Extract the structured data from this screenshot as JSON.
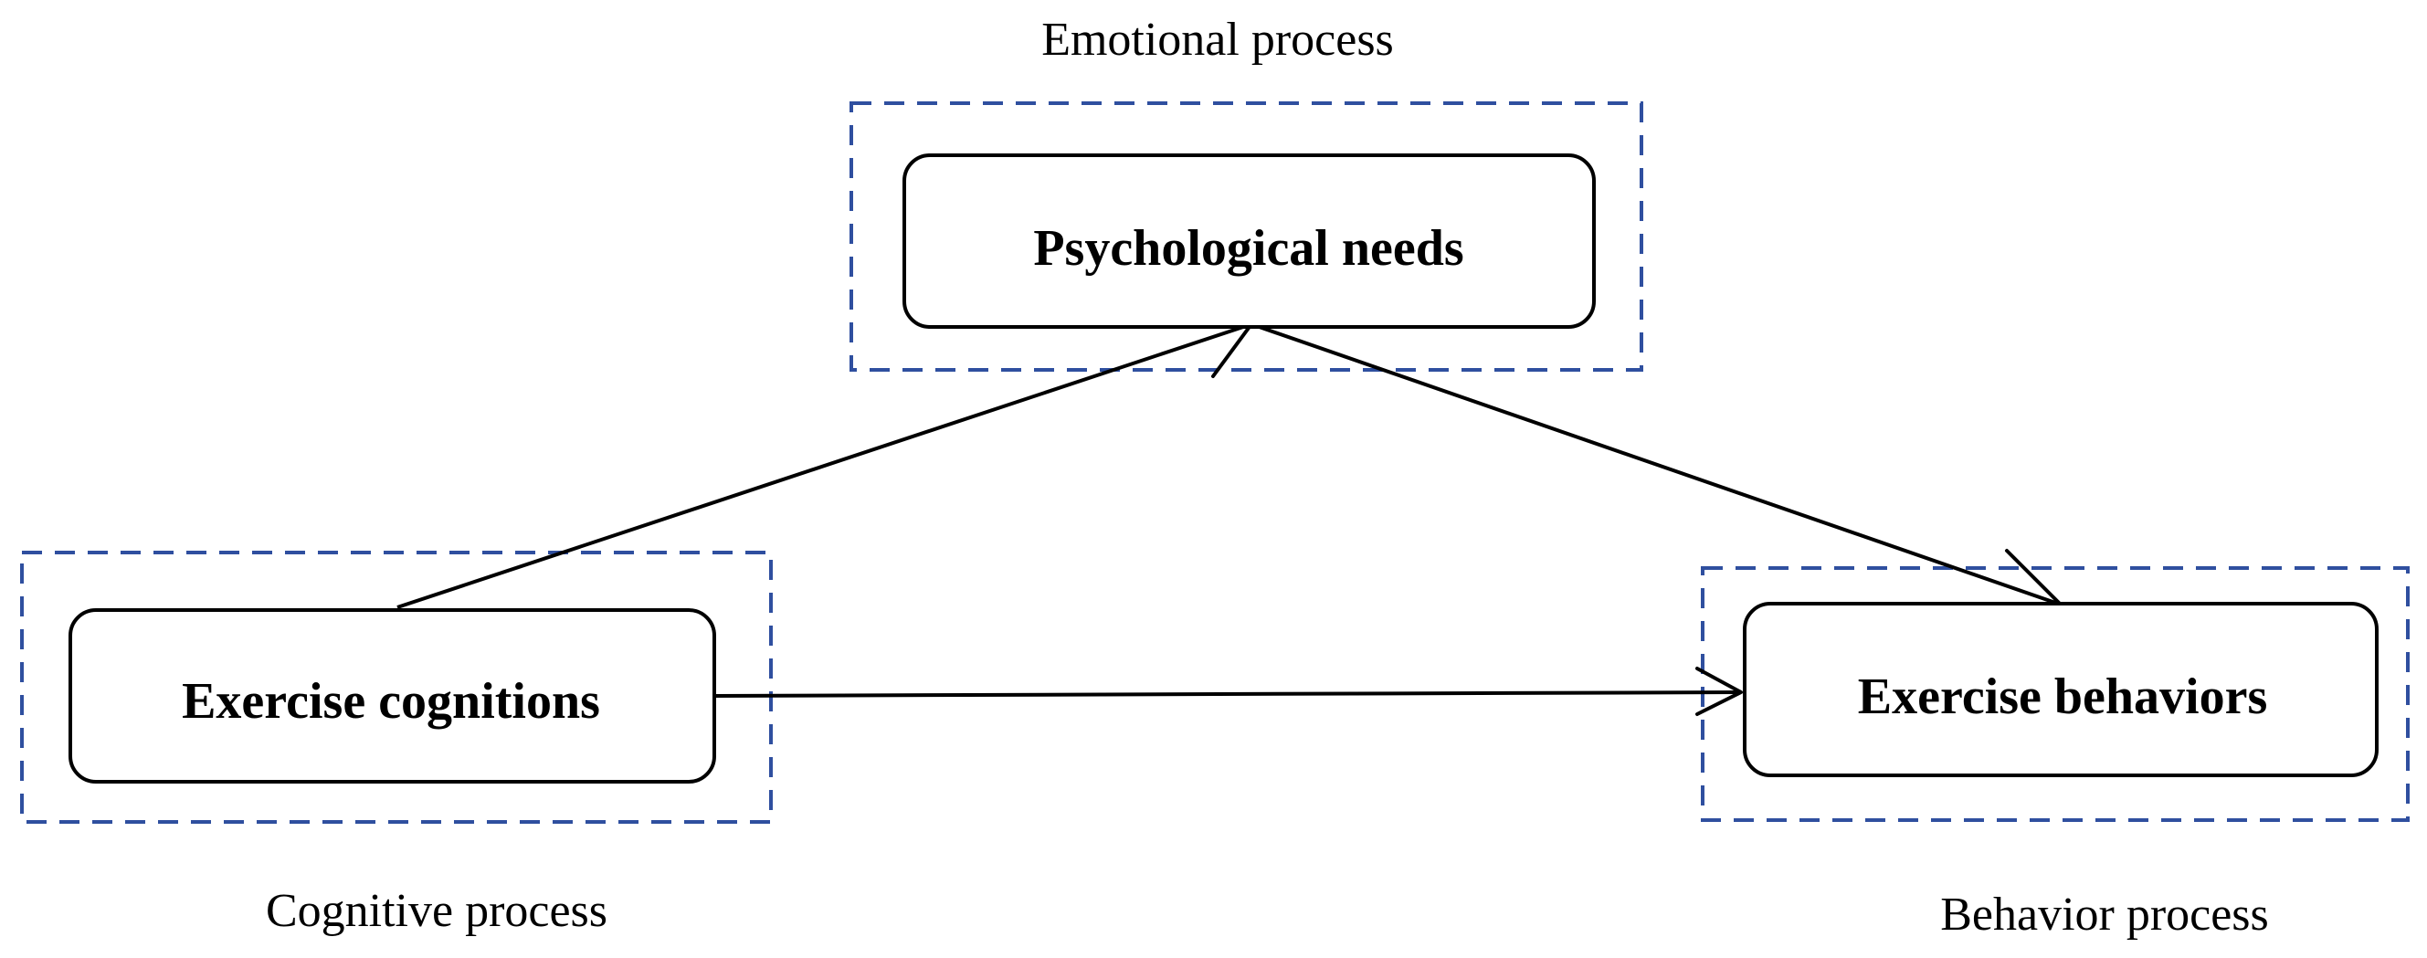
{
  "colors": {
    "group_border": "#2f4f9f",
    "node_border": "#000000",
    "arrow": "#000000",
    "text": "#000000"
  },
  "groups": {
    "emotional": {
      "label": "Emotional process"
    },
    "cognitive": {
      "label": "Cognitive process"
    },
    "behavior": {
      "label": "Behavior process"
    }
  },
  "nodes": {
    "psychological_needs": {
      "label": "Psychological needs"
    },
    "exercise_cognitions": {
      "label": "Exercise cognitions"
    },
    "exercise_behaviors": {
      "label": "Exercise behaviors"
    }
  },
  "edges": [
    {
      "from": "exercise_cognitions",
      "to": "psychological_needs"
    },
    {
      "from": "psychological_needs",
      "to": "exercise_behaviors"
    },
    {
      "from": "exercise_cognitions",
      "to": "exercise_behaviors"
    }
  ]
}
